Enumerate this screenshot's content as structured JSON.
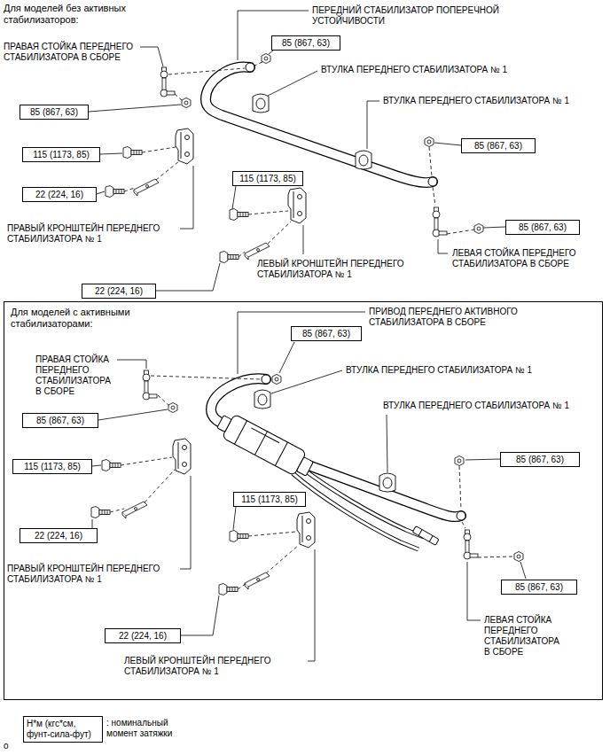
{
  "diagram": {
    "nodes": [
      {
        "text": [
          "85 (867, 63)"
        ]
      },
      {
        "text": [
          "85 (867, 63)"
        ]
      },
      {
        "text": [
          "85 (867, 63)"
        ]
      },
      {
        "text": [
          "115 (1173, 85)"
        ]
      },
      {
        "text": [
          "115 (1173, 85)"
        ]
      },
      {
        "text": [
          "22 (224, 16)"
        ]
      },
      {
        "text": [
          "85 (867, 63)"
        ]
      },
      {
        "text": [
          "22 (224, 16)"
        ]
      },
      {
        "text": [
          "Для моделей с активными стабилизаторами:"
        ]
      },
      {
        "text": [
          "85 (867, 63)"
        ],
        "in": 8
      },
      {
        "text": [
          "85 (867, 63)"
        ],
        "in": 8
      },
      {
        "text": [
          "85 (867, 63)"
        ],
        "in": 8
      },
      {
        "text": [
          "115 (1173, 85)"
        ],
        "in": 8
      },
      {
        "text": [
          "115 (1173, 85)"
        ],
        "in": 8
      },
      {
        "text": [
          "22 (224, 16)"
        ],
        "in": 8
      },
      {
        "text": [
          "85 (867, 63)"
        ],
        "in": 8
      },
      {
        "text": [
          "22 (224, 16)"
        ],
        "in": 8
      },
      {
        "text": [
          "Н*м (кгс*см, фунт-сила-фут)"
        ]
      }
    ],
    "labels": [
      "Для моделей без активных стабилизаторов:",
      "ПЕРЕДНИЙ СТАБИЛИЗАТОР ПОПЕРЕЧНОЙ УСТОЙЧИВОСТИ",
      "ПРАВАЯ СТОЙКА ПЕРЕДНЕГО СТАБИЛИЗАТОРА В СБОРЕ",
      "ВТУЛКА ПЕРЕДНЕГО СТАБИЛИЗАТОРА № 1",
      "ВТУЛКА ПЕРЕДНЕГО СТАБИЛИЗАТОРА № 1",
      "ПРАВЫЙ КРОНШТЕЙН ПЕРЕДНЕГО СТАБИЛИЗАТОРА № 1",
      "ЛЕВЫЙ КРОНШТЕЙН ПЕРЕДНЕГО СТАБИЛИЗАТОРА № 1",
      "ЛЕВАЯ СТОЙКА ПЕРЕДНЕГО СТАБИЛИЗАТОРА В СБОРЕ",
      "ПРИВОД ПЕРЕДНЕГО АКТИВНОГО СТАБИЛИЗАТОРА В СБОРЕ",
      "ПРАВАЯ СТОЙКА ПЕРЕДНЕГО СТАБИЛИЗАТОРА В СБОРЕ",
      "ВТУЛКА ПЕРЕДНЕГО СТАБИЛИЗАТОРА № 1",
      "ВТУЛКА ПЕРЕДНЕГО СТАБИЛИЗАТОРА № 1",
      "ПРАВЫЙ КРОНШТЕЙН ПЕРЕДНЕГО СТАБИЛИЗАТОРА № 1",
      "ЛЕВЫЙ КРОНШТЕЙН ПЕРЕДНЕГО СТАБИЛИЗАТОРА № 1",
      "ЛЕВАЯ СТОЙКА ПЕРЕДНЕГО СТАБИЛИЗАТОРА В СБОРЕ",
      ": номинальный момент затяжки",
      "o"
    ]
  }
}
